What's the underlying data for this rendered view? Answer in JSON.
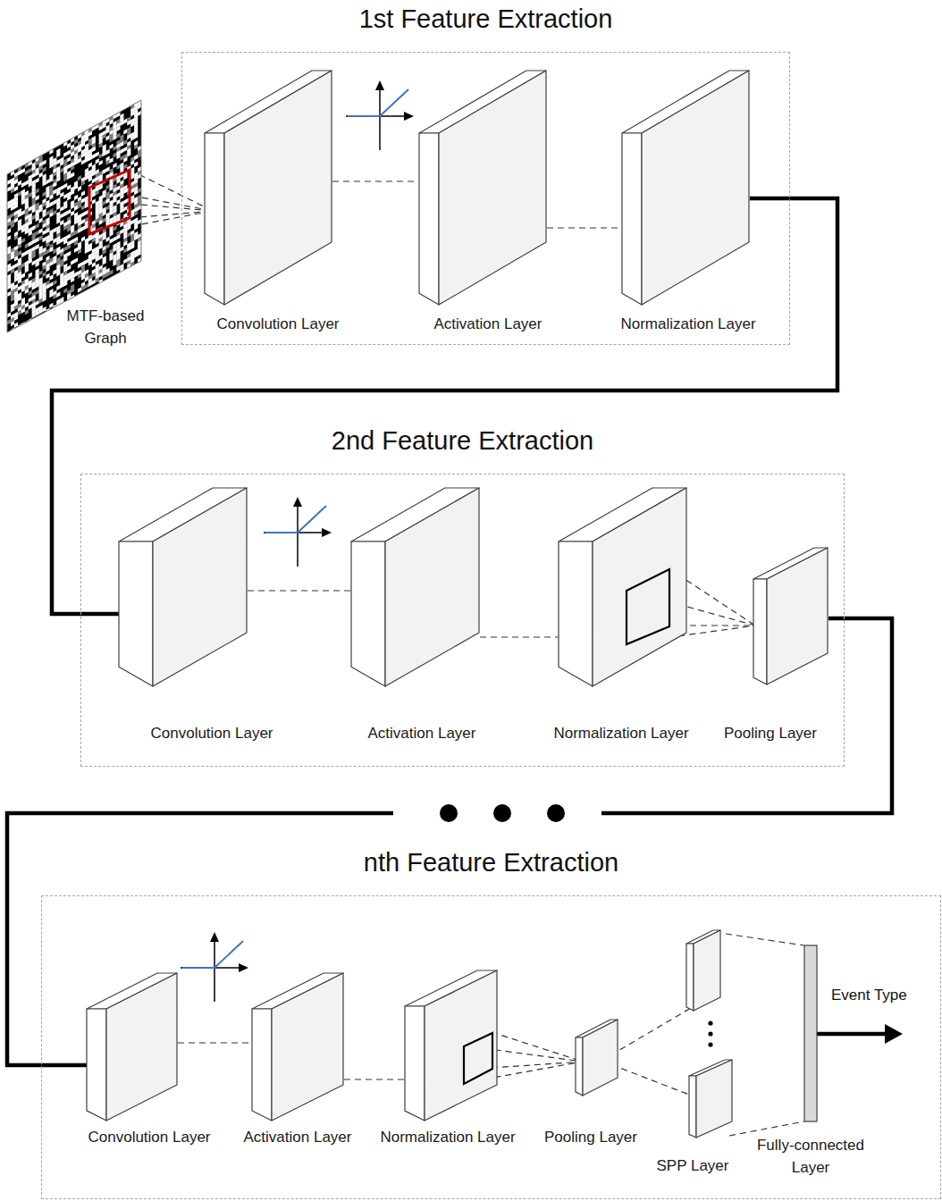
{
  "diagram": {
    "nodes": [
      {
        "text": [
          "MTF-based Graph"
        ]
      },
      {
        "text": [
          "1st Feature Extraction"
        ]
      },
      {
        "text": [
          "Convolution Layer"
        ],
        "in": 1
      },
      {
        "text": [
          "Activation Layer"
        ],
        "in": 1
      },
      {
        "text": [
          "Normalization Layer"
        ],
        "in": 1
      },
      {
        "text": [
          "2nd Feature Extraction"
        ]
      },
      {
        "text": [
          "Convolution Layer"
        ],
        "in": 5
      },
      {
        "text": [
          "Activation Layer"
        ],
        "in": 5
      },
      {
        "text": [
          "Normalization Layer"
        ],
        "in": 5
      },
      {
        "text": [
          "Pooling Layer"
        ],
        "in": 5
      },
      {
        "text": [
          "nth Feature Extraction"
        ]
      },
      {
        "text": [
          "Convolution Layer"
        ],
        "in": 10
      },
      {
        "text": [
          "Activation Layer"
        ],
        "in": 10
      },
      {
        "text": [
          "Normalization Layer"
        ],
        "in": 10
      },
      {
        "text": [
          "Pooling Layer"
        ],
        "in": 10
      },
      {
        "text": [
          "SPP Layer"
        ],
        "in": 10
      },
      {
        "text": [
          "Fully-connected Layer"
        ],
        "in": 10
      }
    ],
    "edges": [
      {
        "from": 0,
        "to": 2,
        "arrow": "none"
      },
      {
        "from": 2,
        "to": 3,
        "arrow": "none"
      },
      {
        "from": 3,
        "to": 4,
        "arrow": "none"
      },
      {
        "from": 4,
        "to": 6,
        "arrow": "to"
      },
      {
        "from": 6,
        "to": 7,
        "arrow": "none"
      },
      {
        "from": 7,
        "to": 8,
        "arrow": "none"
      },
      {
        "from": 8,
        "to": 9,
        "arrow": "none"
      },
      {
        "from": 9,
        "to": 11,
        "arrow": "to"
      },
      {
        "from": 11,
        "to": 12,
        "arrow": "none"
      },
      {
        "from": 12,
        "to": 13,
        "arrow": "none"
      },
      {
        "from": 13,
        "to": 14,
        "arrow": "none"
      },
      {
        "from": 14,
        "to": 15,
        "arrow": "none"
      },
      {
        "from": 15,
        "to": 16,
        "arrow": "none"
      }
    ],
    "labels": [
      "Event Type"
    ]
  }
}
